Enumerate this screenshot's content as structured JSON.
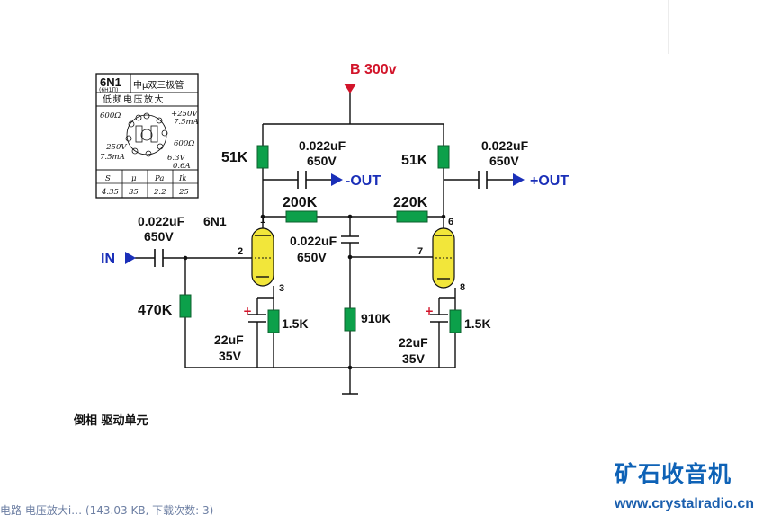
{
  "diagram": {
    "supply_label": "B 300v",
    "input_label": "IN",
    "output_neg_label": "-OUT",
    "output_pos_label": "+OUT",
    "tube_label": "6N1",
    "caption": "倒相 驱动单元",
    "pins": [
      "1",
      "2",
      "3",
      "6",
      "7",
      "8"
    ],
    "components": {
      "r_plate_left": "51K",
      "r_plate_right": "51K",
      "r_grid_in": "470K",
      "r_cathode_left": "1.5K",
      "r_cathode_right": "1.5K",
      "r_mid": "910K",
      "r_series_left": "200K",
      "r_series_right": "220K",
      "c_in_value": "0.022uF",
      "c_in_voltage": "650V",
      "c_out_left_value": "0.022uF",
      "c_out_left_voltage": "650V",
      "c_out_right_value": "0.022uF",
      "c_out_right_voltage": "650V",
      "c_mid_value": "0.022uF",
      "c_mid_voltage": "650V",
      "c_cath_left_value": "22uF",
      "c_cath_left_voltage": "35V",
      "c_cath_right_value": "22uF",
      "c_cath_right_voltage": "35V"
    }
  },
  "tube_card": {
    "model": "6N1",
    "model_sub": "(6H1П)",
    "title_top": "中μ双三极管",
    "title_bottom": "低频电压放大",
    "notes": [
      "600Ω",
      "+250V",
      "7.5mA",
      "+250V",
      "7.5mA",
      "600Ω",
      "6.3V",
      "0.6A"
    ],
    "table_headers": [
      "S",
      "μ",
      "Pa",
      "Ik"
    ],
    "table_values": [
      "4.35",
      "35",
      "2.2",
      "25"
    ]
  },
  "footer": {
    "text": "电路 电压放大i…  (143.03 KB, 下载次数: 3)"
  },
  "watermark": {
    "brand": "矿石收音机",
    "url": "www.crystalradio.cn"
  },
  "colors": {
    "resistor": "#0ca04a",
    "tube": "#f2e63a",
    "arrow": "#1a2fb8",
    "supply_arrow": "#d2142a",
    "label_blue": "#1a2fb8",
    "brand": "#0e62b6"
  }
}
